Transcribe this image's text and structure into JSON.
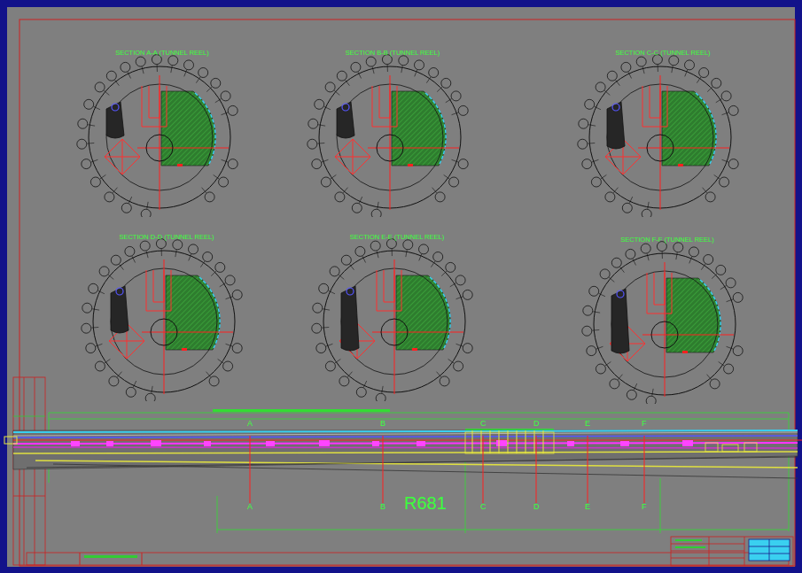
{
  "diagram": {
    "nodes": [
      {
        "text": [
          "SECTION A-A (TUNNEL REEL)"
        ]
      },
      {
        "text": [
          "SECTION B-B (TUNNEL REEL)"
        ]
      },
      {
        "text": [
          "SECTION C-C (TUNNEL REEL)"
        ]
      },
      {
        "text": [
          "SECTION D-D (TUNNEL REEL)"
        ]
      },
      {
        "text": [
          "SECTION E-E (TUNNEL REEL)"
        ]
      },
      {
        "text": [
          "SECTION F-F (TUNNEL REEL)"
        ]
      }
    ],
    "labels": [
      "A",
      "A",
      "B",
      "B",
      "C",
      "C",
      "D",
      "D",
      "E",
      "E",
      "F",
      "F",
      "R681"
    ]
  }
}
